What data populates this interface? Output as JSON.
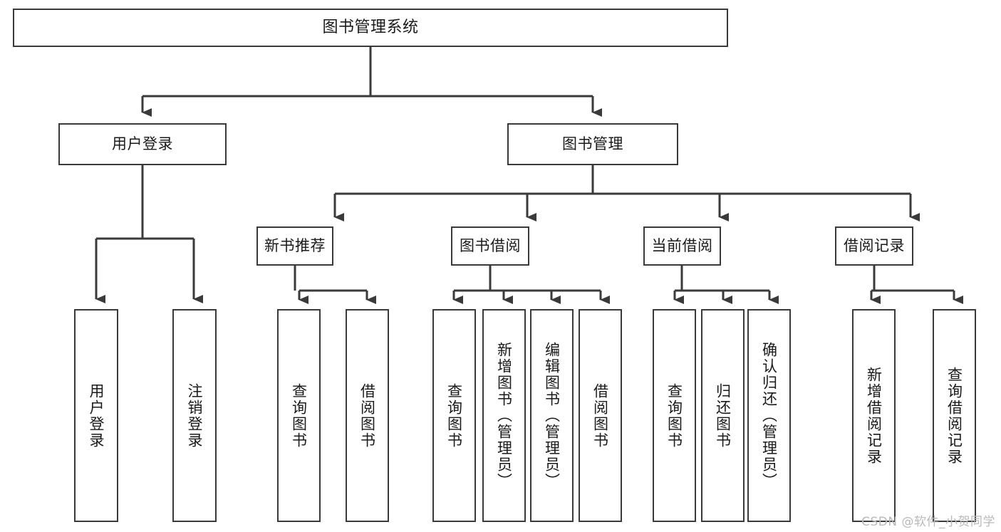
{
  "diagram": {
    "type": "hierarchy-tree",
    "title": "图书管理系统",
    "watermark": "CSDN @软件_小贺同学",
    "colors": {
      "stroke": "#3a3a3a",
      "fill": "#ffffff",
      "text": "#1a1a1a",
      "watermark": "#b9b9b9"
    },
    "levels": {
      "root": {
        "label": "图书管理系统"
      },
      "level2": [
        {
          "id": "user-login",
          "label": "用户登录"
        },
        {
          "id": "book-manage",
          "label": "图书管理"
        }
      ],
      "level3": [
        {
          "id": "new-book-recommend",
          "label": "新书推荐"
        },
        {
          "id": "book-borrow",
          "label": "图书借阅"
        },
        {
          "id": "current-borrow",
          "label": "当前借阅"
        },
        {
          "id": "borrow-record",
          "label": "借阅记录"
        }
      ],
      "leaves": {
        "user-login": [
          {
            "id": "leaf-user-login",
            "label": "用户登录"
          },
          {
            "id": "leaf-logout",
            "label": "注销登录"
          }
        ],
        "new-book-recommend": [
          {
            "id": "leaf-query-book-1",
            "label": "查询图书"
          },
          {
            "id": "leaf-borrow-book-1",
            "label": "借阅图书"
          }
        ],
        "book-borrow": [
          {
            "id": "leaf-query-book-2",
            "label": "查询图书"
          },
          {
            "id": "leaf-add-book",
            "label": "新增图书（管理员）"
          },
          {
            "id": "leaf-edit-book",
            "label": "编辑图书（管理员）"
          },
          {
            "id": "leaf-borrow-book-2",
            "label": "借阅图书"
          }
        ],
        "current-borrow": [
          {
            "id": "leaf-query-book-3",
            "label": "查询图书"
          },
          {
            "id": "leaf-return-book",
            "label": "归还图书"
          },
          {
            "id": "leaf-confirm-return",
            "label": "确认归还（管理员）"
          }
        ],
        "borrow-record": [
          {
            "id": "leaf-add-record",
            "label": "新增借阅记录"
          },
          {
            "id": "leaf-query-record",
            "label": "查询借阅记录"
          }
        ]
      }
    }
  }
}
